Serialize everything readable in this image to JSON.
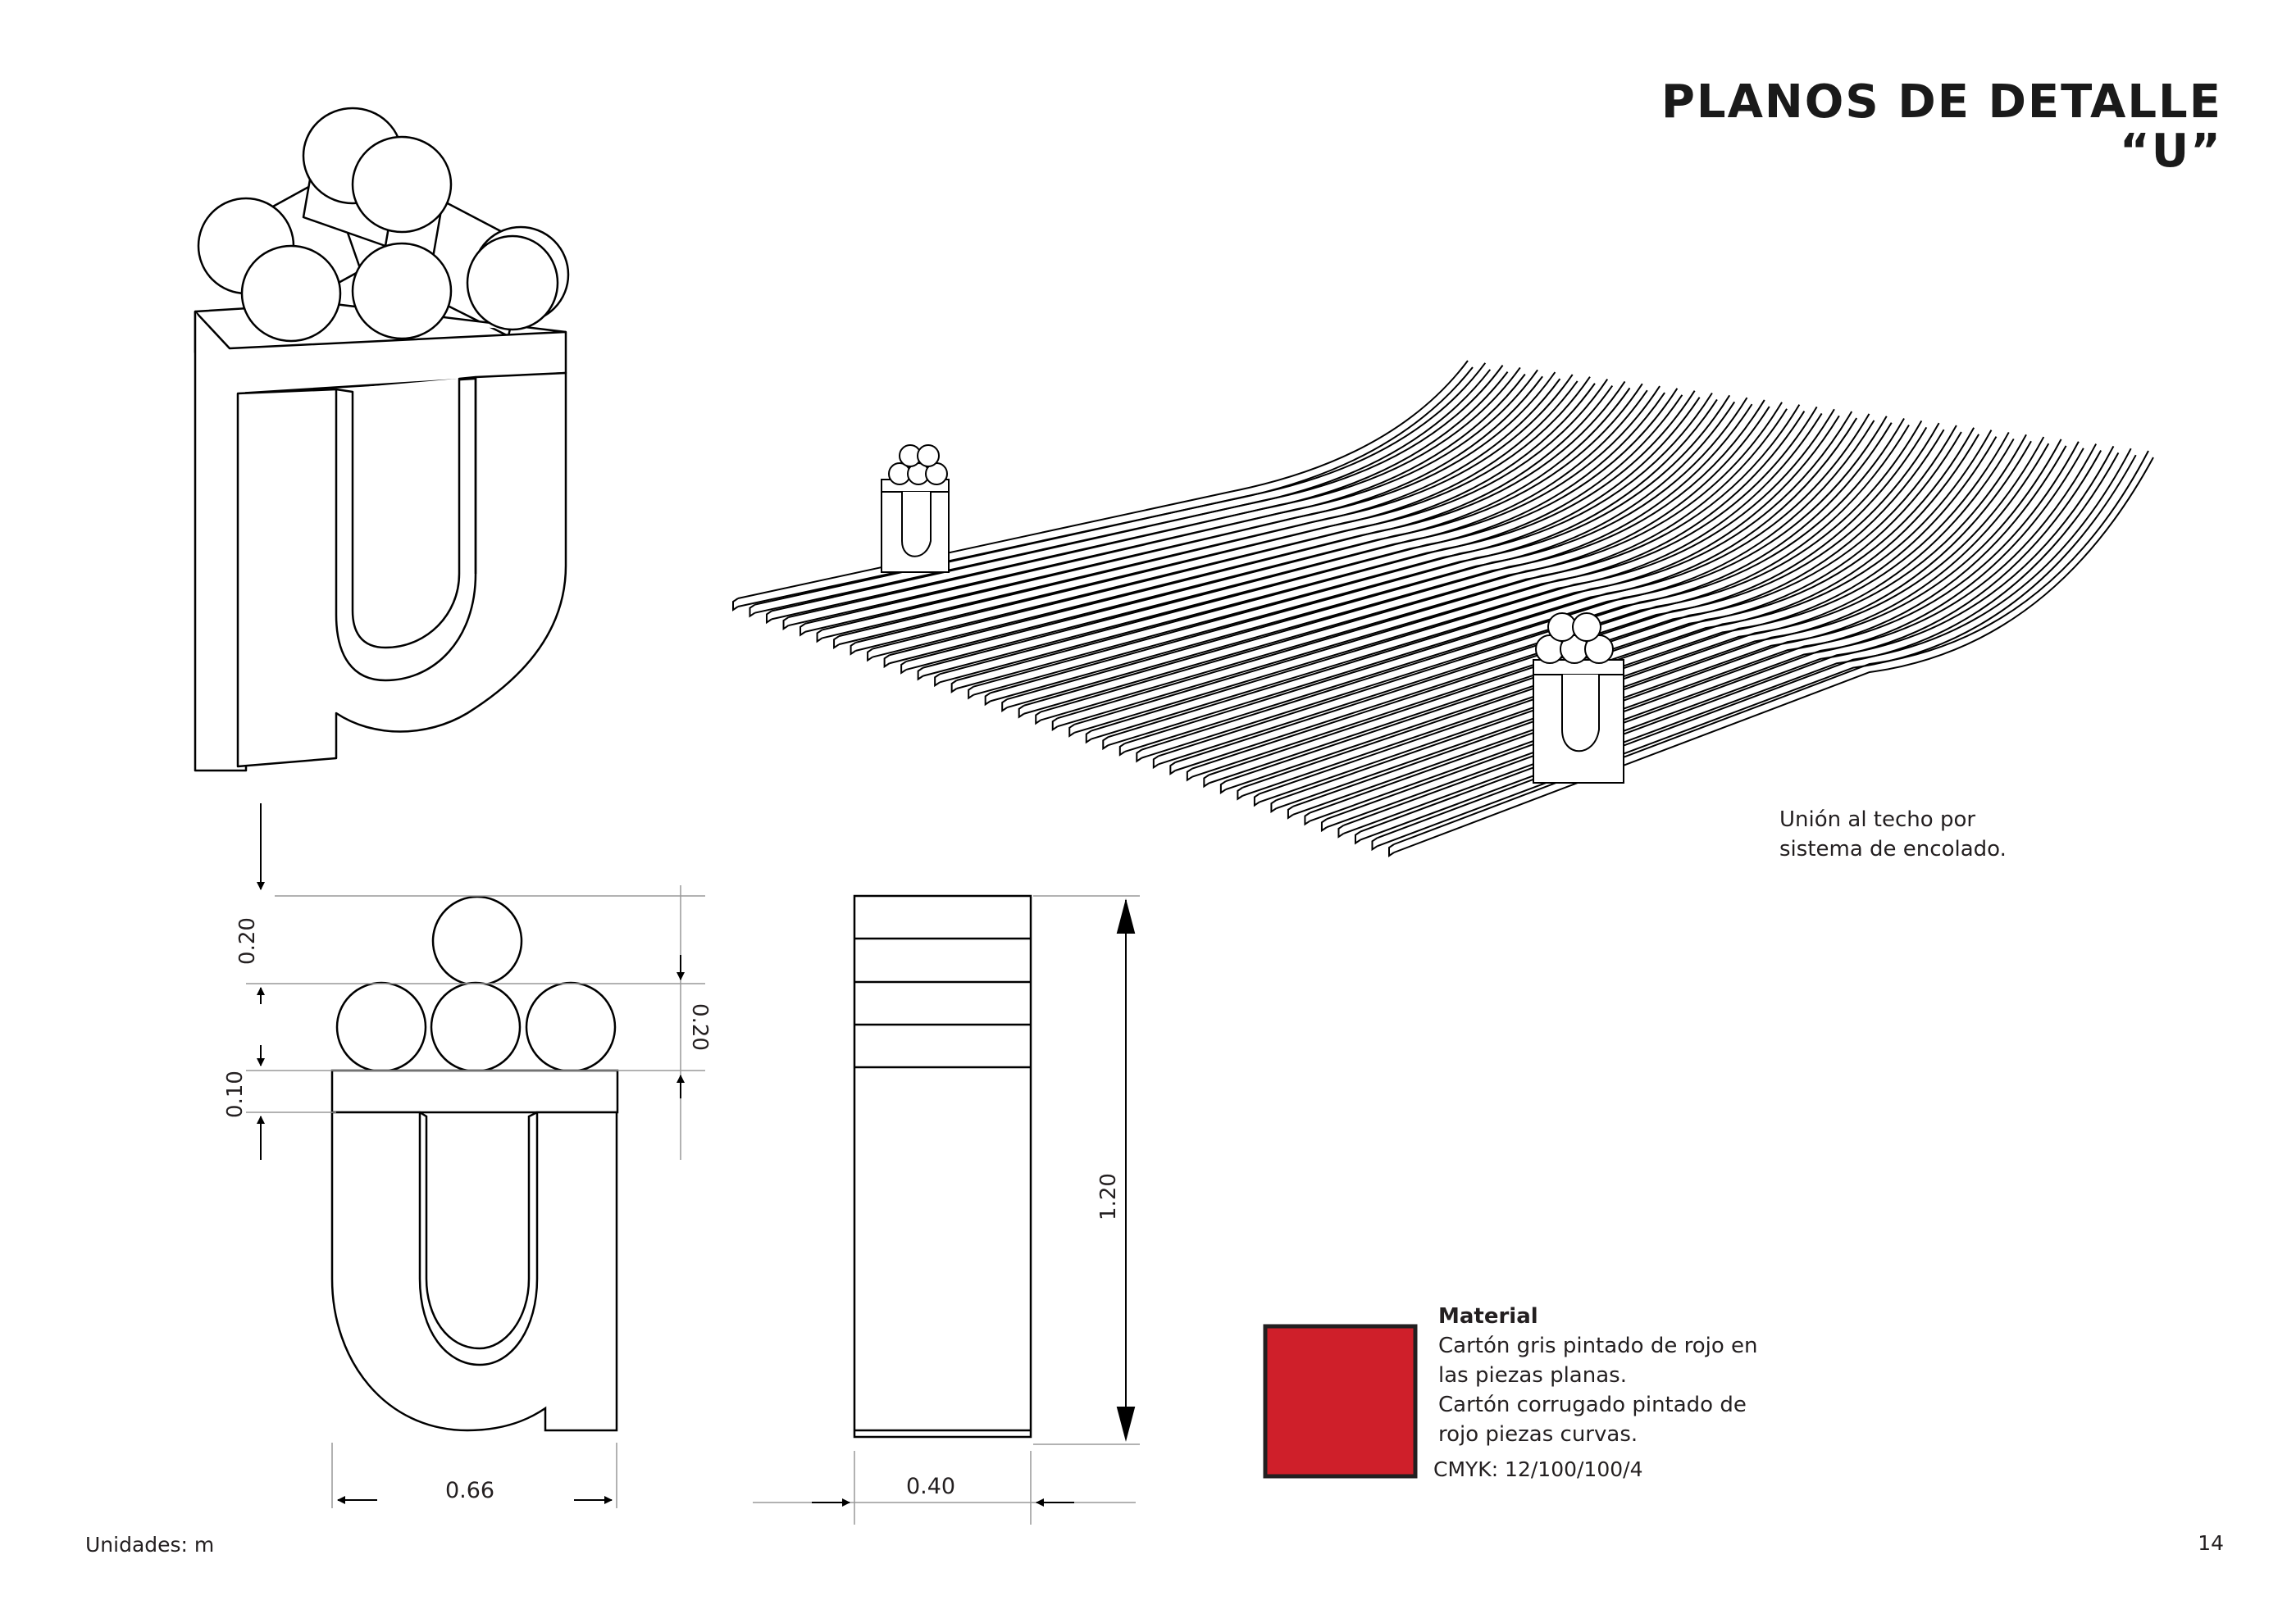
{
  "header": {
    "title_line1": "PLANOS DE DETALLE",
    "title_line2": "“U”"
  },
  "dimensions": {
    "front_top_circle_height": "0.20",
    "front_middle_circles_height": "0.20",
    "front_base_height": "0.10",
    "front_width": "0.66",
    "side_height": "1.20",
    "side_width": "0.40"
  },
  "annotations": {
    "ceiling_note_line1": "Unión al techo por",
    "ceiling_note_line2": "sistema de encolado."
  },
  "material": {
    "heading": "Material",
    "line1": "Cartón gris  pintado de rojo en",
    "line2": "las piezas planas.",
    "line3": "Cartón corrugado pintado de",
    "line4": "rojo piezas curvas.",
    "cmyk": "CMYK: 12/100/100/4",
    "swatch_color": "#cf1f2a"
  },
  "footer": {
    "units": "Unidades: m",
    "page_number": "14"
  }
}
